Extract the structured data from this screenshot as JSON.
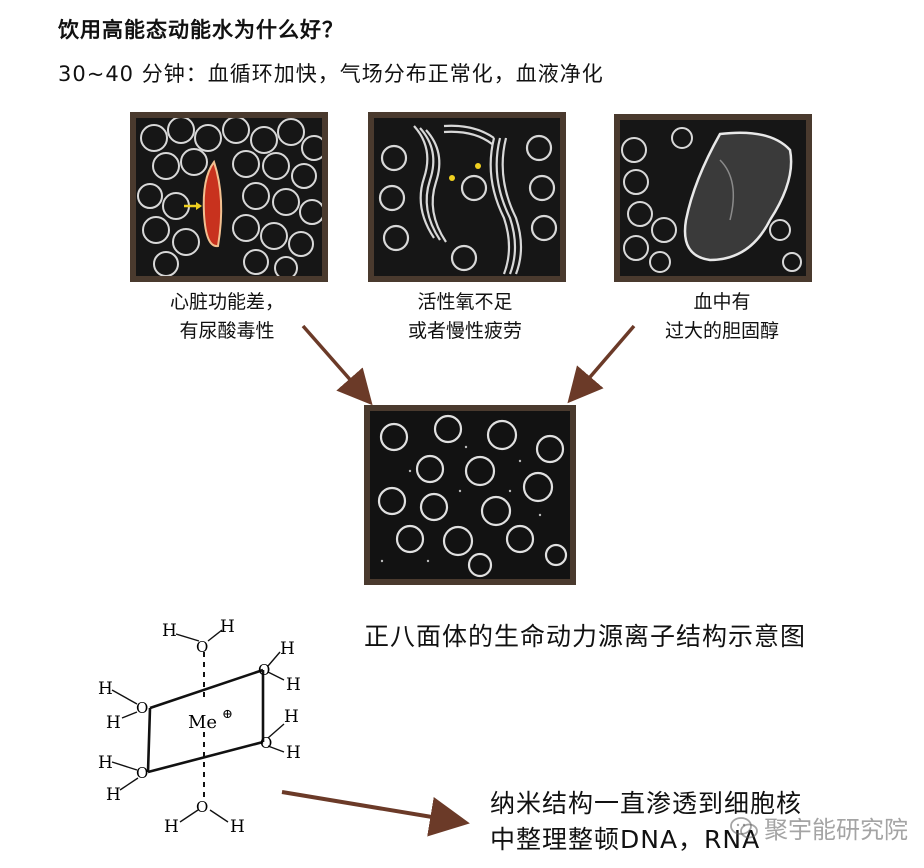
{
  "header": {
    "title": "饮用高能态动能水为什么好？",
    "subtitle": "30~40 分钟：血循环加快，气场分布正常化，血液净化"
  },
  "panels": [
    {
      "caption_line1": "心脏功能差，",
      "caption_line2": "有尿酸毒性"
    },
    {
      "caption_line1": "活性氧不足",
      "caption_line2": "或者慢性疲劳"
    },
    {
      "caption_line1": "血中有",
      "caption_line2": "过大的胆固醇"
    }
  ],
  "diagram": {
    "caption": "正八面体的生命动力源离子结构示意图",
    "center_label": "Me",
    "center_charge": "⊕",
    "atom_h": "H",
    "atom_o": "O"
  },
  "bottom": {
    "line1": "纳米结构一直渗透到细胞核",
    "line2": "中整理整顿DNA，RNA"
  },
  "watermark": {
    "text": "聚宇能研究院",
    "icon": "wechat-icon"
  },
  "colors": {
    "frame": "#4a3a2e",
    "arrow": "#6b3a28",
    "cell": "#d8d8d8",
    "photo_bg": "#1a1a1a",
    "highlight_red": "#c8321e",
    "highlight_yellow": "#f0d020"
  }
}
